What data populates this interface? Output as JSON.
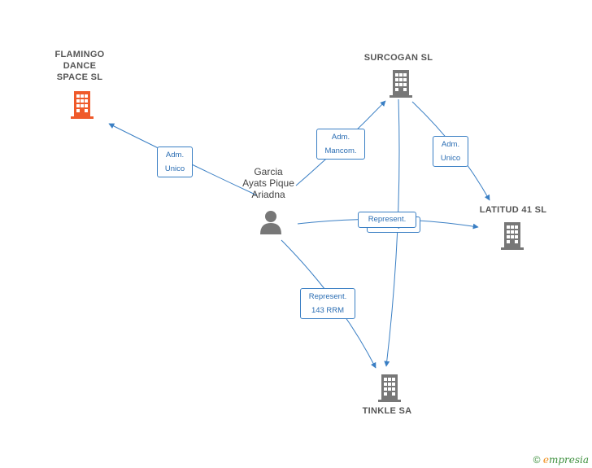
{
  "nodes": {
    "flamingo": {
      "lines": [
        "FLAMINGO",
        "DANCE",
        "SPACE  SL"
      ],
      "color": "#ef5a2a"
    },
    "surcogan": {
      "lines": [
        "SURCOGAN SL"
      ],
      "color": "#777777"
    },
    "latitud": {
      "lines": [
        "LATITUD 41 SL"
      ],
      "color": "#777777"
    },
    "tinkle": {
      "lines": [
        "TINKLE SA"
      ],
      "color": "#777777"
    },
    "person": {
      "lines": [
        "Garcia",
        "Ayats Pique",
        "Ariadna"
      ],
      "color": "#777777"
    }
  },
  "edge_labels": {
    "flamingo": [
      "Adm.",
      "Unico"
    ],
    "surcogan": [
      "Adm.",
      "Mancom."
    ],
    "surcogan_latitud": [
      "Adm.",
      "Unico"
    ],
    "latitud_back": [
      "Consejero"
    ],
    "latitud_front": [
      "Represent."
    ],
    "tinkle": [
      "Represent.",
      "143 RRM"
    ]
  },
  "edge_color": "#3a7fc4",
  "brand": {
    "copyright": "©",
    "name_first": "e",
    "name_rest": "mpresia"
  }
}
